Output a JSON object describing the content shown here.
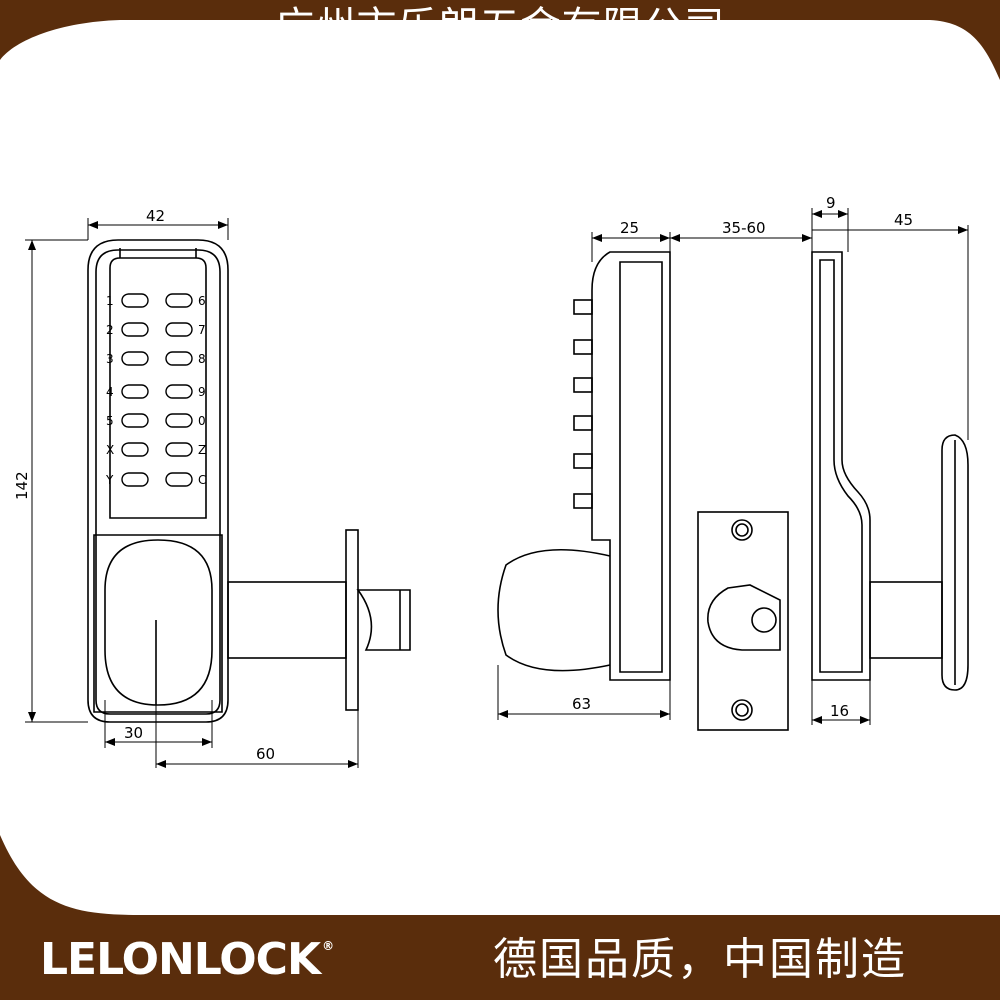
{
  "header": {
    "company_name": "广州市乐朗五金有限公司"
  },
  "footer": {
    "brand_logo": "LELONLOCK",
    "registered_mark": "®",
    "slogan": "德国品质，中国制造"
  },
  "colors": {
    "brand_brown": "#5a2d0c",
    "line": "#000000",
    "background": "#ffffff"
  },
  "keypad": {
    "left_keys": [
      "1",
      "2",
      "3",
      "4",
      "5",
      "X",
      "Y"
    ],
    "right_keys": [
      "6",
      "7",
      "8",
      "9",
      "0",
      "Z",
      "C"
    ]
  },
  "dimensions": {
    "width_front": "42",
    "height_front": "142",
    "knob_width": "30",
    "backset": "60",
    "side_depth_keypad": "25",
    "door_thickness": "35-60",
    "total_depth": "63",
    "inner_plate_thickness": "9",
    "inner_handle_depth": "45",
    "inner_spindle": "16"
  }
}
